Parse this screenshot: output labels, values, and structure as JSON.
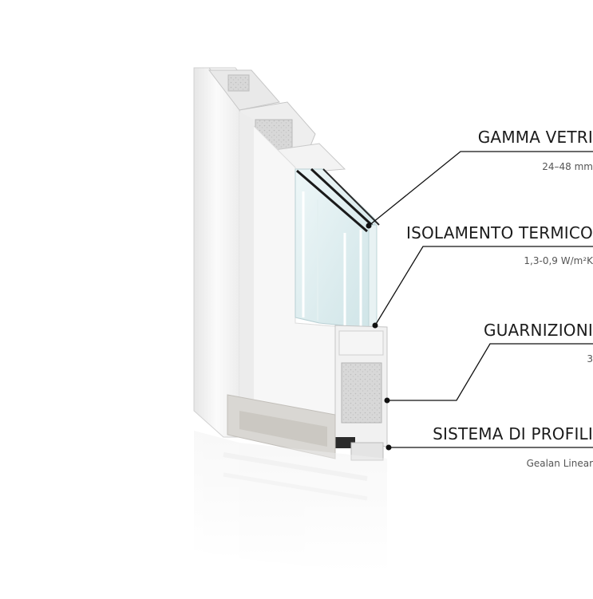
{
  "features": [
    {
      "title": "GAMMA VETRI",
      "value": "24–48 mm"
    },
    {
      "title": "ISOLAMENTO TERMICO",
      "value": "1,3-0,9 W/m²K"
    },
    {
      "title": "GUARNIZIONI",
      "value": "3"
    },
    {
      "title": "SISTEMA DI PROFILI",
      "value": "Gealan Linear"
    }
  ],
  "colors": {
    "background": "#ffffff",
    "text": "#1b1b1b",
    "subtext": "#555555",
    "leader_line": "#111111",
    "frame": "#f2f2f2",
    "glass": "#d9ecef"
  }
}
